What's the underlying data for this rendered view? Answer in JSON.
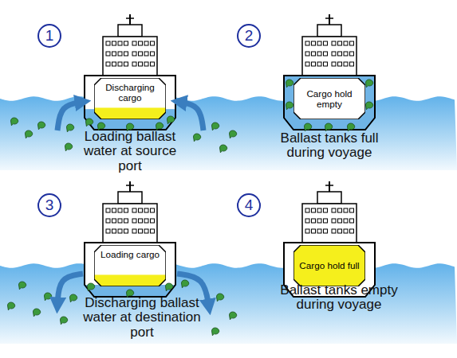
{
  "diagram": {
    "nodes": [
      {
        "text": [
          "1"
        ]
      },
      {
        "text": [
          "Discharging cargo"
        ]
      },
      {
        "text": [
          "2"
        ]
      },
      {
        "text": [
          "Cargo hold empty"
        ]
      },
      {
        "text": [
          "3"
        ]
      },
      {
        "text": [
          "Loading cargo"
        ]
      },
      {
        "text": [
          "4"
        ]
      },
      {
        "text": [
          "Cargo hold full"
        ]
      }
    ],
    "labels": [
      "Loading ballast water at source port",
      "Ballast tanks full during voyage",
      "Discharging ballast water at destination port",
      "Ballast tanks empty during voyage"
    ]
  }
}
